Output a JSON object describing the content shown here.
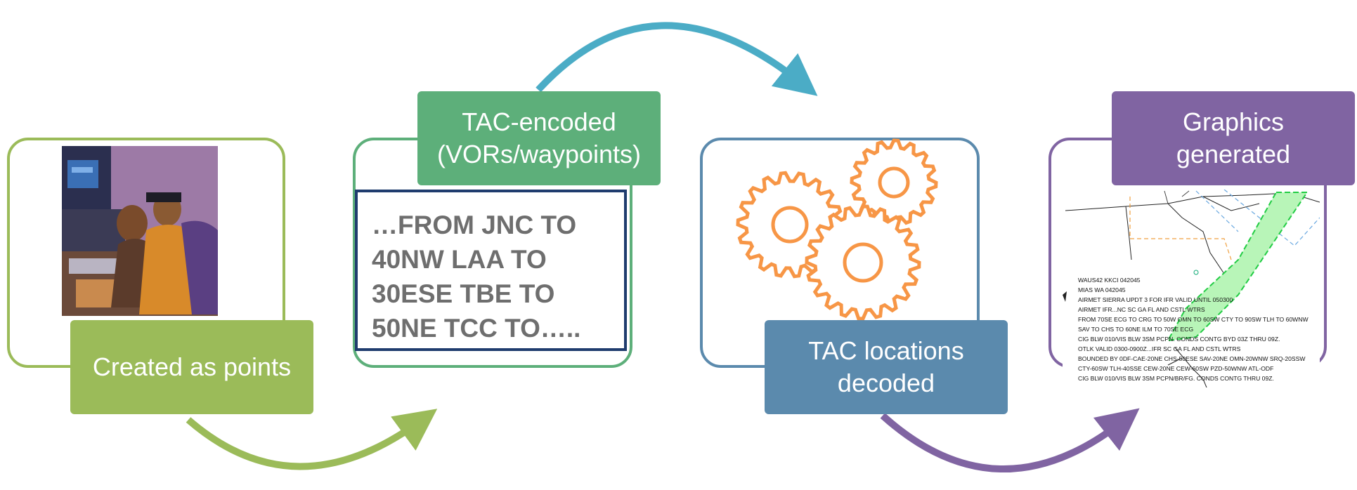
{
  "steps": [
    {
      "label": "Created as points",
      "color": "#9bbb59"
    },
    {
      "label": "TAC-encoded\n(VORs/waypoints)",
      "color": "#5daf7a"
    },
    {
      "label": "TAC locations\ndecoded",
      "color": "#5b8aad"
    },
    {
      "label": "Graphics\ngenerated",
      "color": "#8064a2"
    }
  ],
  "tac_text": [
    "…FROM JNC TO",
    "40NW LAA TO",
    "30ESE TBE TO",
    "50NE TCC TO….."
  ],
  "airmet_text": [
    "WAUS42 KKCI 042045",
    "MIAS WA 042045",
    "AIRMET SIERRA UPDT 3 FOR IFR VALID UNTIL 050300",
    "AIRMET IFR...NC SC GA FL AND CSTL WTRS",
    "FROM 70SE ECG TO CRG TO 50W OMN TO 60SW CTY TO 90SW TLH TO 60WNW",
    "SAV TO CHS TO 60NE ILM TO 70SE ECG",
    "CIG BLW 010/VIS BLW 3SM PCPN. CONDS CONTG BYD 03Z THRU 09Z.",
    "OTLK VALID 0300-0900Z...IFR SC GA FL AND CSTL WTRS",
    "BOUNDED BY 0DF-CAE-20NE CHS-50ESE SAV-20NE OMN-20WNW SRQ-20SSW",
    "CTY-60SW TLH-40SSE CEW-20NE CEW-60SW PZD-50WNW ATL-ODF",
    "CIG BLW 010/VIS BLW 3SM PCPN/BR/FG. CONDS CONTG THRU 09Z."
  ],
  "colors": {
    "green_arrow": "#9bbb59",
    "teal_arrow": "#4bacc6",
    "purple_arrow": "#8064a2",
    "gear": "#f79646",
    "tac_border": "#1f3c6e"
  }
}
